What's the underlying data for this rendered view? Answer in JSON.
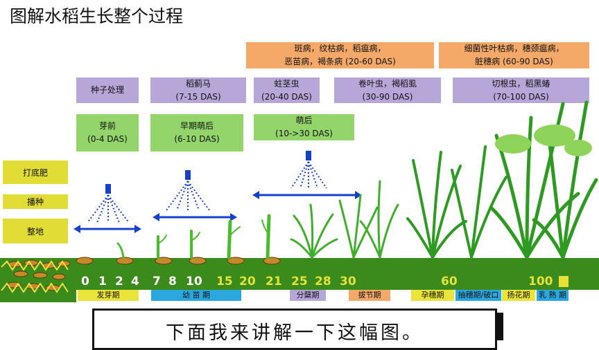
{
  "title": "图解水稻生长整个过程",
  "disease_boxes": [
    {
      "line1": "斑病，纹枯病，稻瘟病，",
      "line2": "恶苗病，褐条病 (20-60 DAS)"
    },
    {
      "line1": "细菌性叶枯病，穗颈瘟病，",
      "line2": "脏穗病 (60-90 DAS)"
    }
  ],
  "pest_boxes": [
    {
      "line1": "种子处理",
      "line2": ""
    },
    {
      "line1": "稻蓟马",
      "line2": "(7-15 DAS)"
    },
    {
      "line1": "蛀茎虫",
      "line2": "(20-40 DAS)"
    },
    {
      "line1": "卷叶虫，褐稻虱",
      "line2": "(30-90 DAS)"
    },
    {
      "line1": "切根虫，稻黑蝽",
      "line2": "(70-100 DAS)"
    }
  ],
  "herbicide_boxes": [
    {
      "line1": "芽前",
      "line2": "(0-4 DAS)"
    },
    {
      "line1": "早期萌后",
      "line2": "(6-10 DAS)"
    },
    {
      "line1": "萌后",
      "line2": "(10->30 DAS)"
    }
  ],
  "prep_labels": [
    "打底肥",
    "播种",
    "整地"
  ],
  "days": [
    {
      "label": "0",
      "color": "#ffffff"
    },
    {
      "label": "1",
      "color": "#ffffff"
    },
    {
      "label": "2",
      "color": "#ffffff"
    },
    {
      "label": "4",
      "color": "#ffffff"
    },
    {
      "label": "7",
      "color": "#ffffff"
    },
    {
      "label": "8",
      "color": "#ffffff"
    },
    {
      "label": "10",
      "color": "#ffffff"
    },
    {
      "label": "15",
      "color": "#e6e23a"
    },
    {
      "label": "20",
      "color": "#e6e23a"
    },
    {
      "label": "21",
      "color": "#e6e23a"
    },
    {
      "label": "25",
      "color": "#e6e23a"
    },
    {
      "label": "28",
      "color": "#e6e23a"
    },
    {
      "label": "30",
      "color": "#e6e23a"
    },
    {
      "label": "60",
      "color": "#e6e23a"
    },
    {
      "label": "100",
      "color": "#e6e23a"
    }
  ],
  "stages": [
    {
      "label": "发芽期",
      "color": "#ebe43a"
    },
    {
      "label": "幼  苗  期",
      "color": "#2aa7de"
    },
    {
      "label": "分蘖期",
      "color": "#b7a7d9"
    },
    {
      "label": "拔节期",
      "color": "#f5a969"
    },
    {
      "label": "孕穗期",
      "color": "#ebe43a"
    },
    {
      "label": "抽穗期/破口",
      "color": "#2aa7de"
    },
    {
      "label": "扬花期",
      "color": "#ebe43a"
    },
    {
      "label": "乳 熟 期",
      "color": "#2aa7de"
    }
  ],
  "caption": "下面我来讲解一下这幅图。",
  "colors": {
    "ground": "#3a8a1c",
    "plant": "#3fae2a",
    "arrow": "#1540c8",
    "spray": "#1540c8"
  }
}
